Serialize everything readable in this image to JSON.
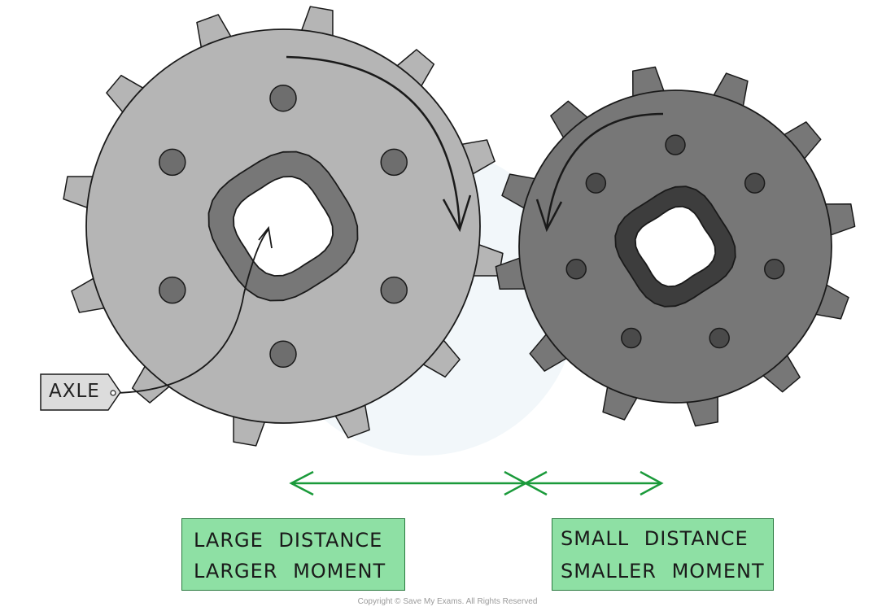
{
  "labels": {
    "axle": "AXLE",
    "large_line1": "LARGE DISTANCE",
    "large_line2": "LARGER MOMENT",
    "small_line1": "SMALL DISTANCE",
    "small_line2": "SMALLER MOMENT"
  },
  "copyright": "Copyright © Save My Exams. All Rights Reserved",
  "colors": {
    "large_gear": "#b5b5b5",
    "large_gear_ring": "#777777",
    "small_gear": "#777777",
    "small_gear_ring": "#3d3d3d",
    "bolt_large": "#6e6e6e",
    "bolt_small": "#4a4a4a",
    "arrow_green": "#1a9a3a",
    "label_fill": "#8ee0a4",
    "outline": "#1a1a1a"
  },
  "icons": {
    "rotation_arrow_large": "clockwise-arrow-icon",
    "rotation_arrow_small": "anticlockwise-arrow-icon",
    "distance_arrows": "double-headed-arrow-icon"
  }
}
